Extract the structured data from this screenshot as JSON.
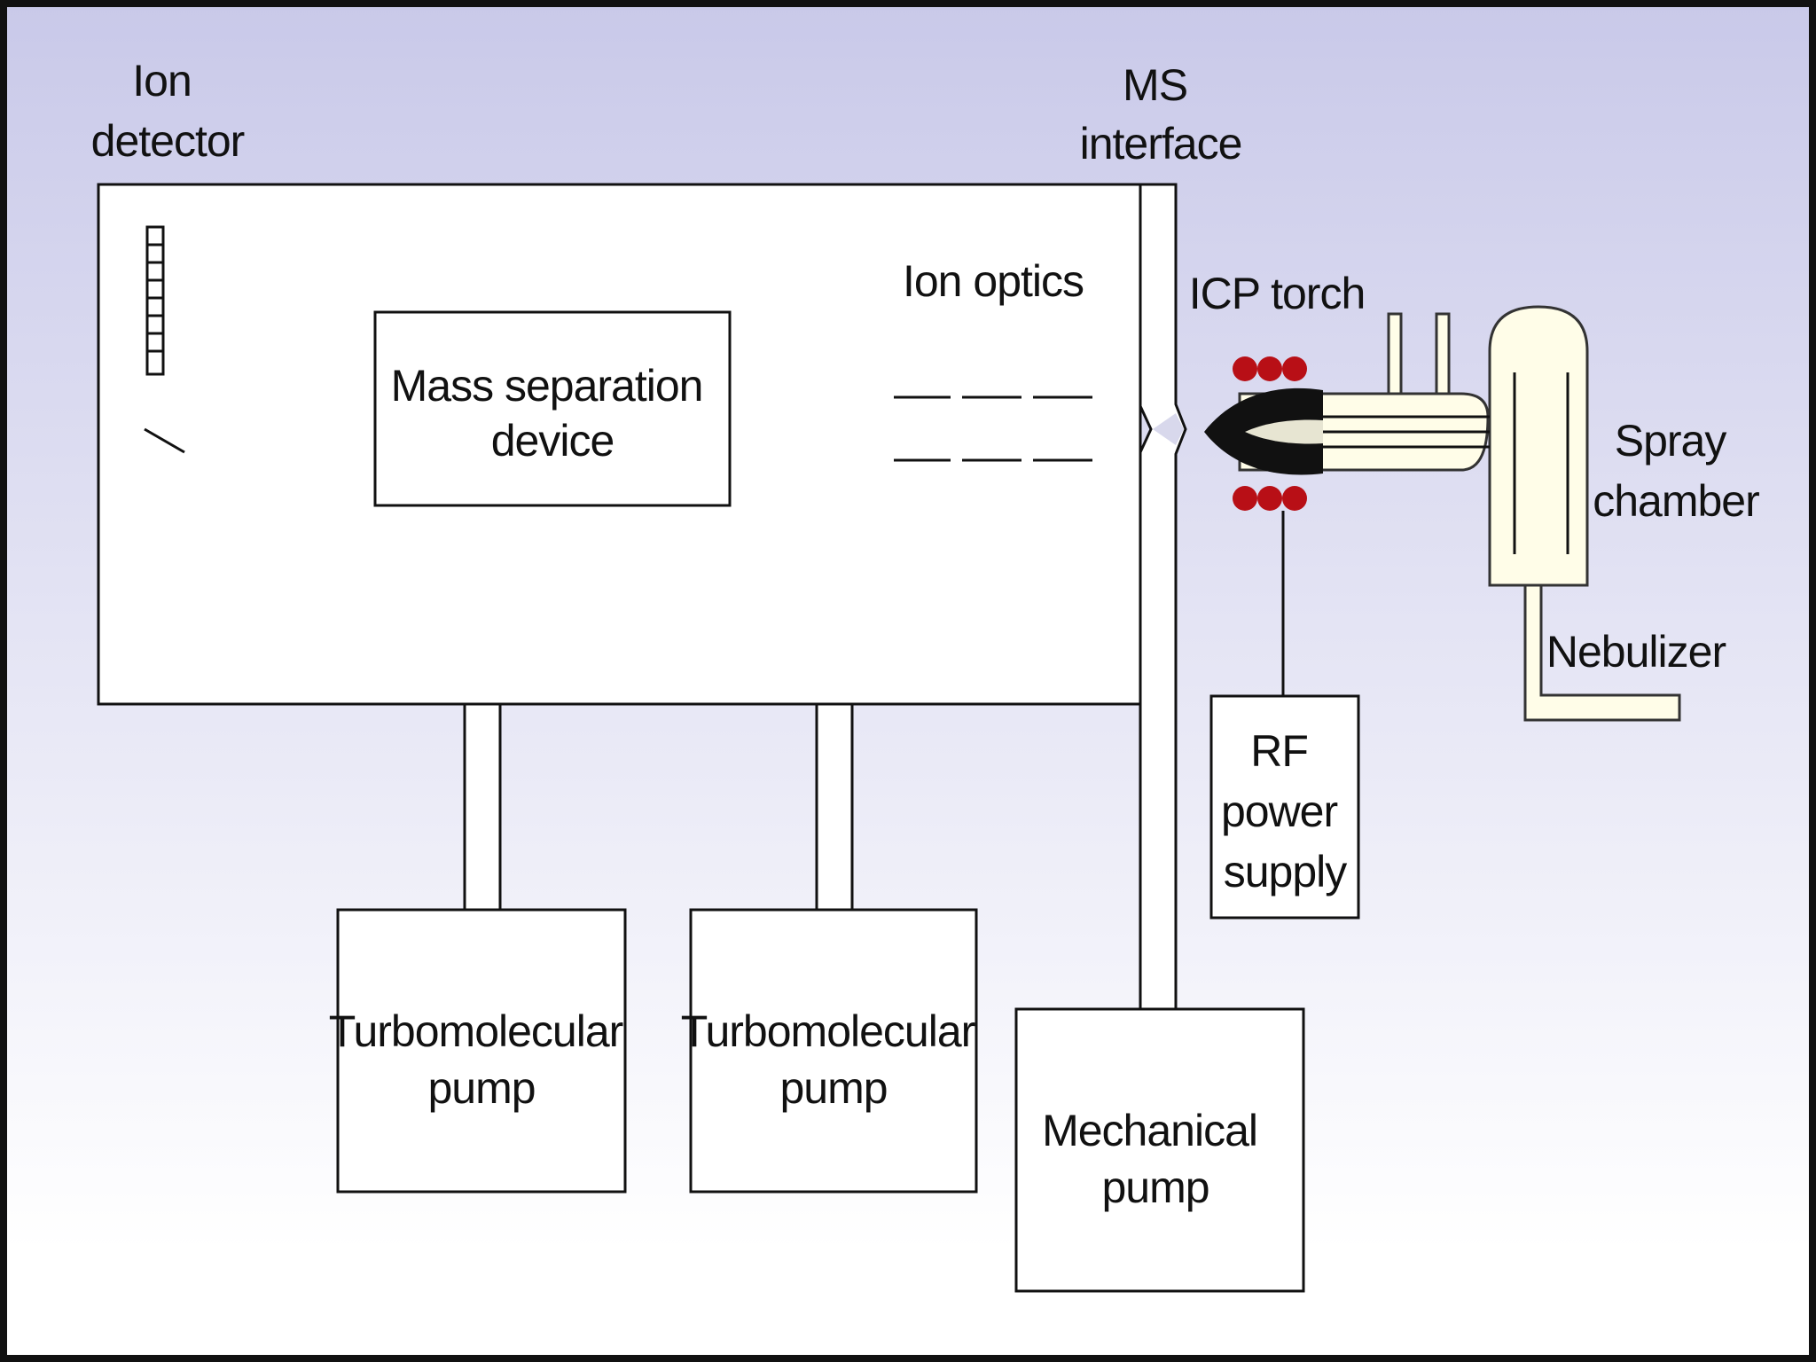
{
  "labels": {
    "ion_detector": [
      "Ion",
      "detector"
    ],
    "ms_interface": [
      "MS",
      "interface"
    ],
    "ion_optics": "Ion optics",
    "icp_torch": "ICP torch",
    "mass_separation": [
      "Mass separation",
      "device"
    ],
    "spray_chamber": [
      "Spray",
      "chamber"
    ],
    "nebulizer": "Nebulizer",
    "rf_power_supply": [
      "RF",
      "power",
      "supply"
    ],
    "turbo_pump_1": [
      "Turbomolecular",
      "pump"
    ],
    "turbo_pump_2": [
      "Turbomolecular",
      "pump"
    ],
    "mechanical_pump": [
      "Mechanical",
      "pump"
    ]
  },
  "colors": {
    "background_top": "#c9c9e9",
    "background_bottom": "#ffffff",
    "frame": "#111111",
    "rf_coil": "#b80f16",
    "plasma": "#111111",
    "glassware": "#fffde8"
  }
}
